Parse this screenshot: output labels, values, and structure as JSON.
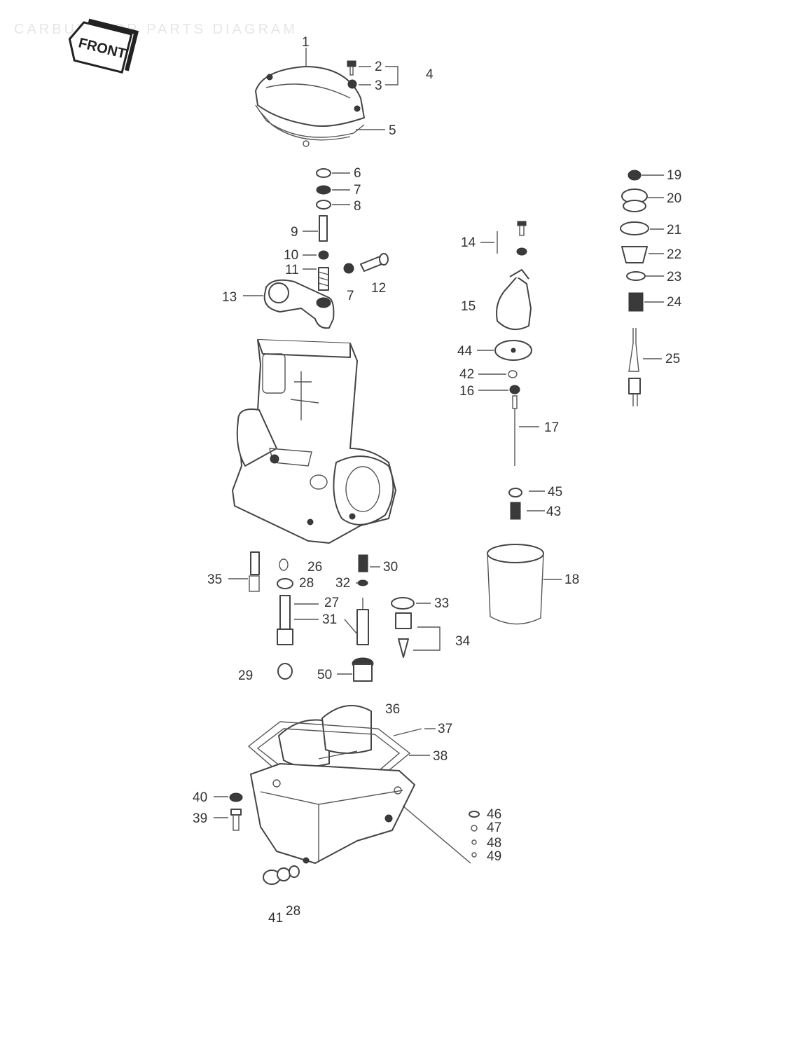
{
  "header": {
    "badge_text": "FRONT",
    "faint_title": "CARBURETOR PARTS DIAGRAM"
  },
  "callouts": {
    "n1": "1",
    "n2": "2",
    "n3": "3",
    "n4": "4",
    "n5": "5",
    "n6": "6",
    "n7a": "7",
    "n7b": "7",
    "n8": "8",
    "n9": "9",
    "n10": "10",
    "n11": "11",
    "n12": "12",
    "n13": "13",
    "n14": "14",
    "n15": "15",
    "n16": "16",
    "n17": "17",
    "n18": "18",
    "n19": "19",
    "n20": "20",
    "n21": "21",
    "n22": "22",
    "n23": "23",
    "n24": "24",
    "n25": "25",
    "n26": "26",
    "n27": "27",
    "n28a": "28",
    "n28b": "28",
    "n29": "29",
    "n30": "30",
    "n31": "31",
    "n32": "32",
    "n33": "33",
    "n34": "34",
    "n35": "35",
    "n36": "36",
    "n37": "37",
    "n38": "38",
    "n39": "39",
    "n40": "40",
    "n41": "41",
    "n42": "42",
    "n43": "43",
    "n44": "44",
    "n45": "45",
    "n46": "46",
    "n47": "47",
    "n48": "48",
    "n49": "49",
    "n50": "50"
  }
}
